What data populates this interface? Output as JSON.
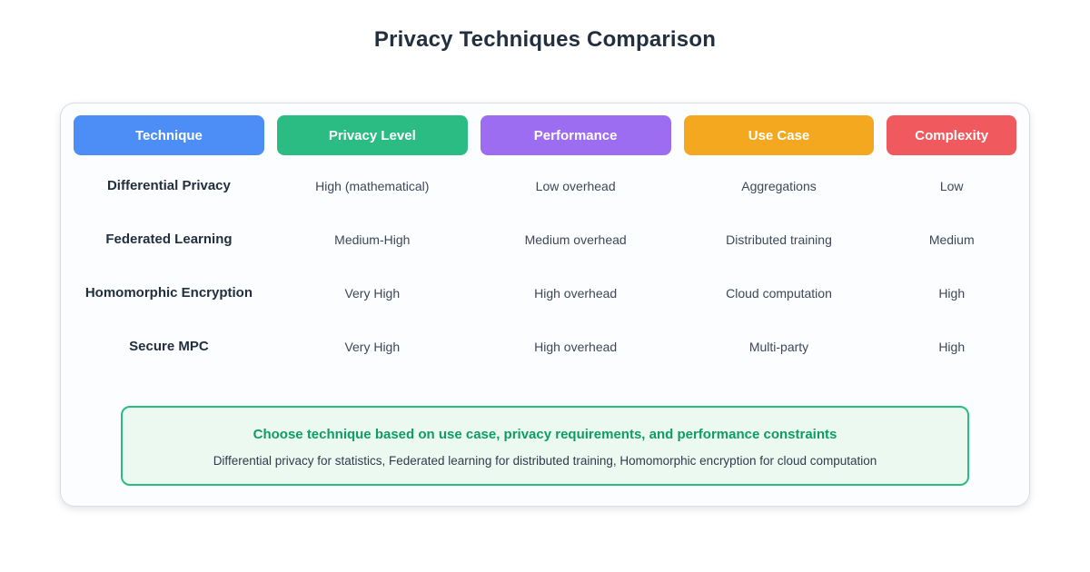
{
  "page": {
    "title": "Privacy Techniques Comparison"
  },
  "chart_data": {
    "type": "table",
    "title": "Privacy Techniques Comparison",
    "columns": [
      {
        "label": "Technique",
        "color": "#4d8df6"
      },
      {
        "label": "Privacy Level",
        "color": "#2bbc83"
      },
      {
        "label": "Performance",
        "color": "#9c6df1"
      },
      {
        "label": "Use Case",
        "color": "#f3a820"
      },
      {
        "label": "Complexity",
        "color": "#f05a5e"
      }
    ],
    "rows": [
      {
        "technique": "Differential Privacy",
        "privacy_level": "High (mathematical)",
        "performance": "Low overhead",
        "use_case": "Aggregations",
        "complexity": "Low"
      },
      {
        "technique": "Federated Learning",
        "privacy_level": "Medium-High",
        "performance": "Medium overhead",
        "use_case": "Distributed training",
        "complexity": "Medium"
      },
      {
        "technique": "Homomorphic Encryption",
        "privacy_level": "Very High",
        "performance": "High overhead",
        "use_case": "Cloud computation",
        "complexity": "High"
      },
      {
        "technique": "Secure MPC",
        "privacy_level": "Very High",
        "performance": "High overhead",
        "use_case": "Multi-party",
        "complexity": "High"
      }
    ]
  },
  "note": {
    "title": "Choose technique based on use case, privacy requirements, and performance constraints",
    "body": "Differential privacy for statistics, Federated learning for distributed training, Homomorphic encryption for cloud computation",
    "title_color": "#0d9d62",
    "border_color": "#2abb80",
    "background_color": "#ecf9f1"
  }
}
